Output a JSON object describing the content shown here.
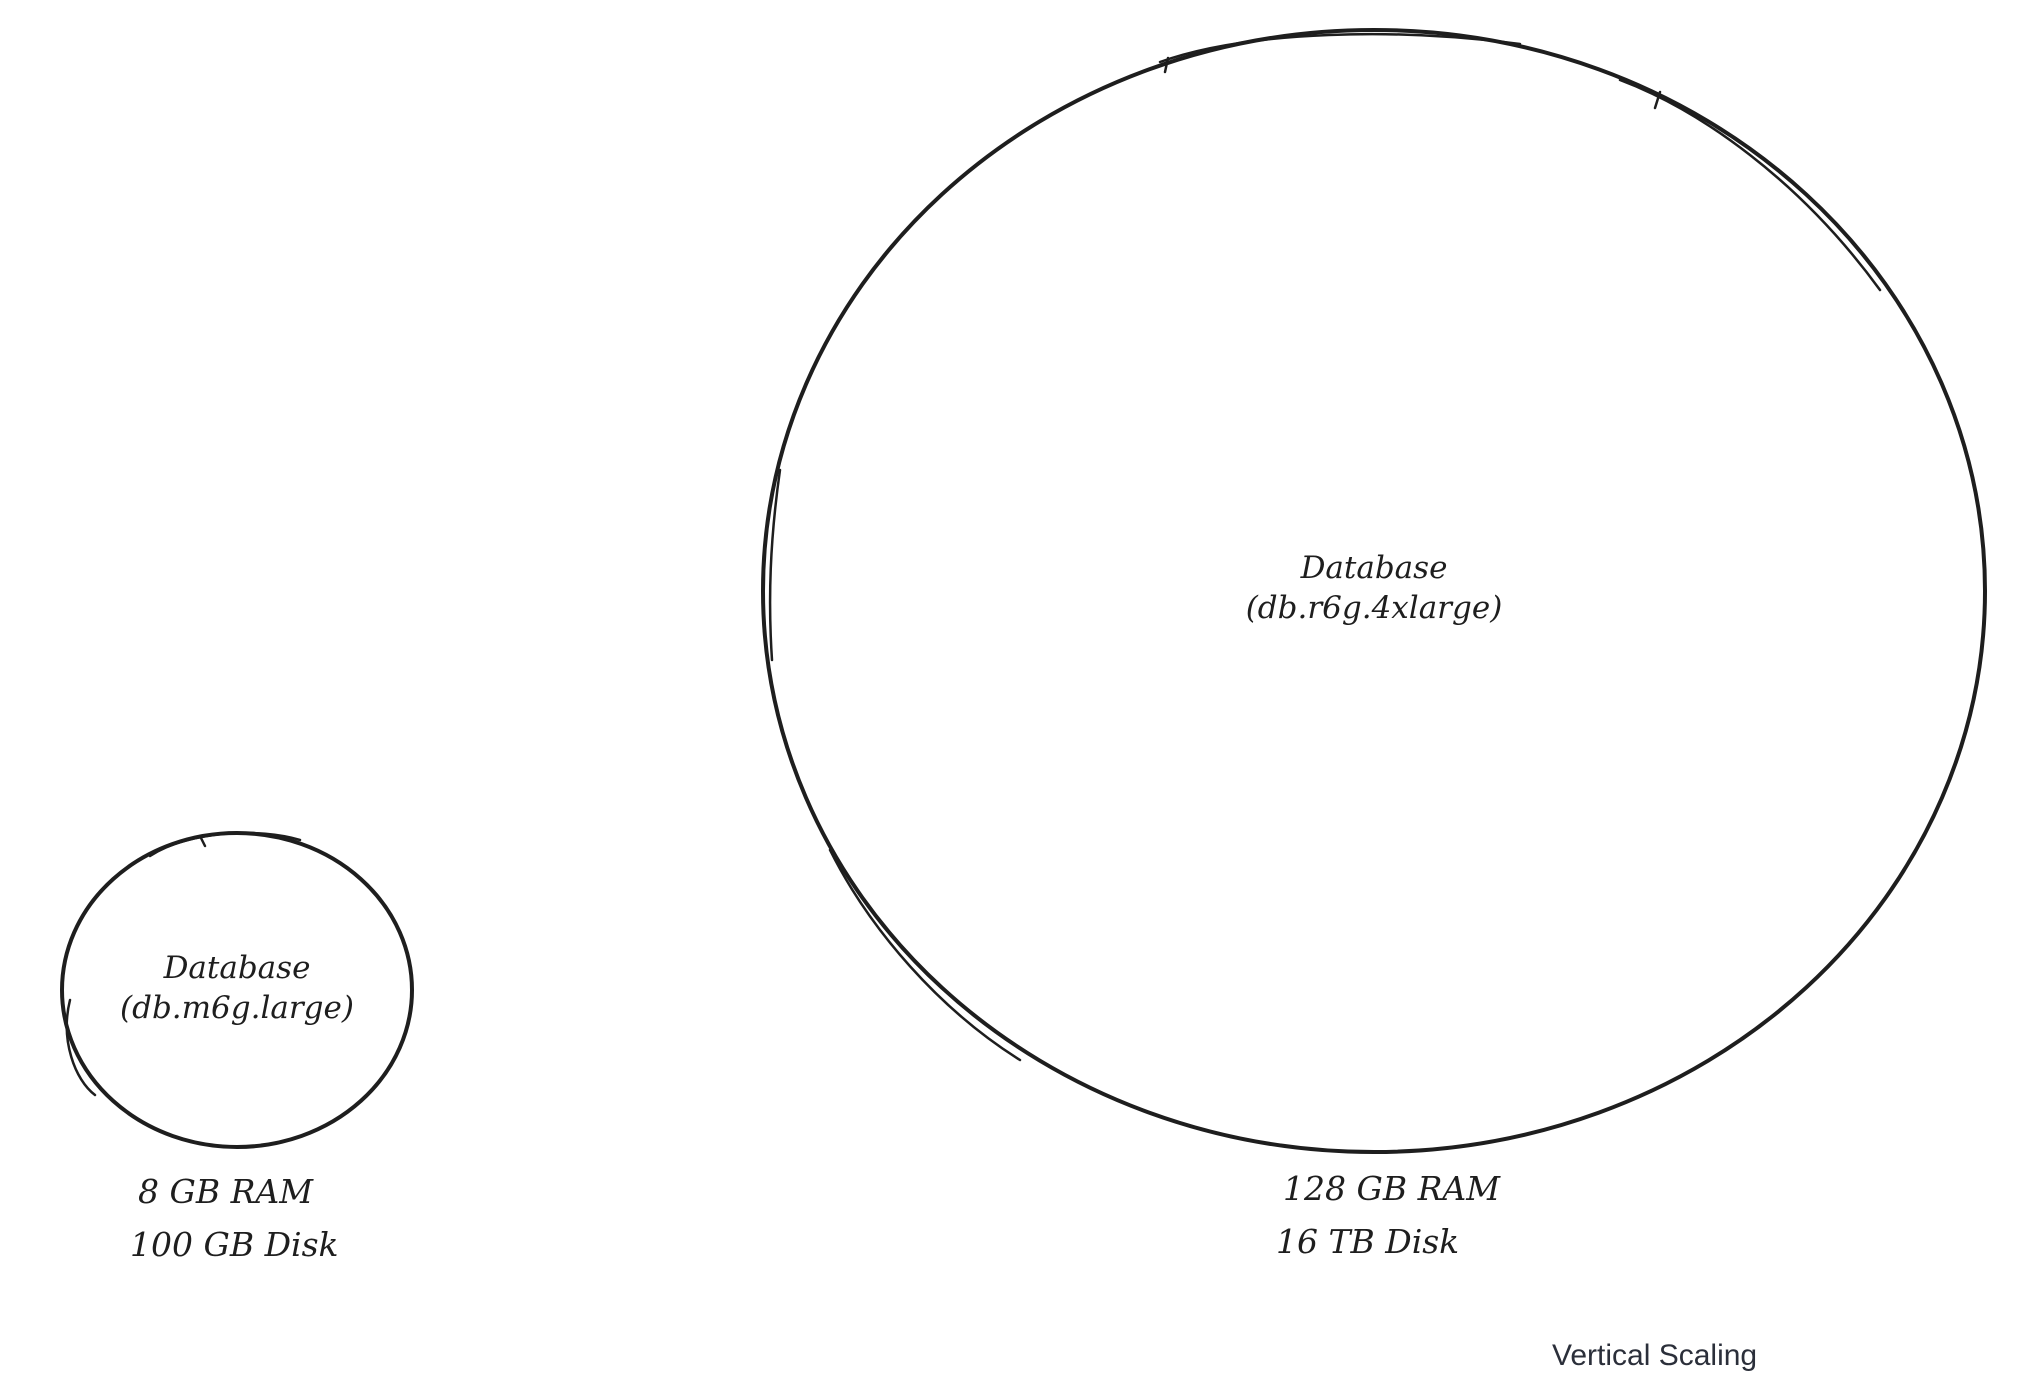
{
  "small_db": {
    "title": "Database",
    "instance": "(db.m6g.large)",
    "ram": "8 GB RAM",
    "disk": "100 GB Disk"
  },
  "large_db": {
    "title": "Database",
    "instance": "(db.r6g.4xlarge)",
    "ram": "128 GB RAM",
    "disk": "16 TB Disk"
  },
  "caption": "Vertical Scaling",
  "colors": {
    "stroke": "#1e1e1e",
    "caption": "#2b2f3a",
    "background": "#ffffff"
  }
}
